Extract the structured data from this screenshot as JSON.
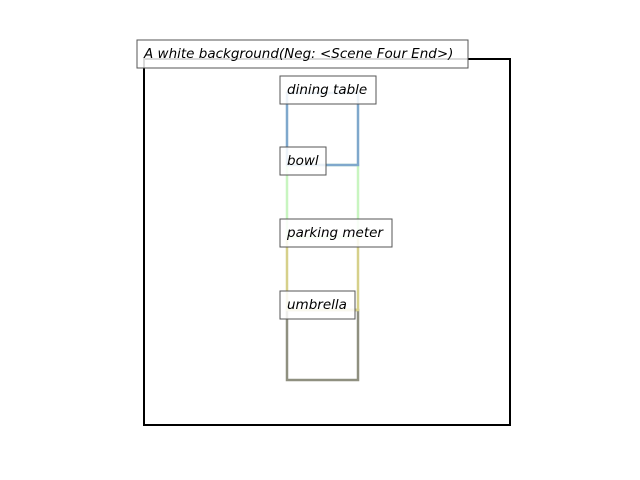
{
  "caption": "A white background(Neg: <Scene Four End>)",
  "frame_color": "#000000",
  "boxes": [
    {
      "id": "dining-table",
      "label": "dining table",
      "color": "#7fa8cc"
    },
    {
      "id": "bowl",
      "label": "bowl",
      "color": "#c8f5c0"
    },
    {
      "id": "parking-meter",
      "label": "parking meter",
      "color": "#d6d08a"
    },
    {
      "id": "umbrella",
      "label": "umbrella",
      "color": "#8f9080"
    }
  ]
}
